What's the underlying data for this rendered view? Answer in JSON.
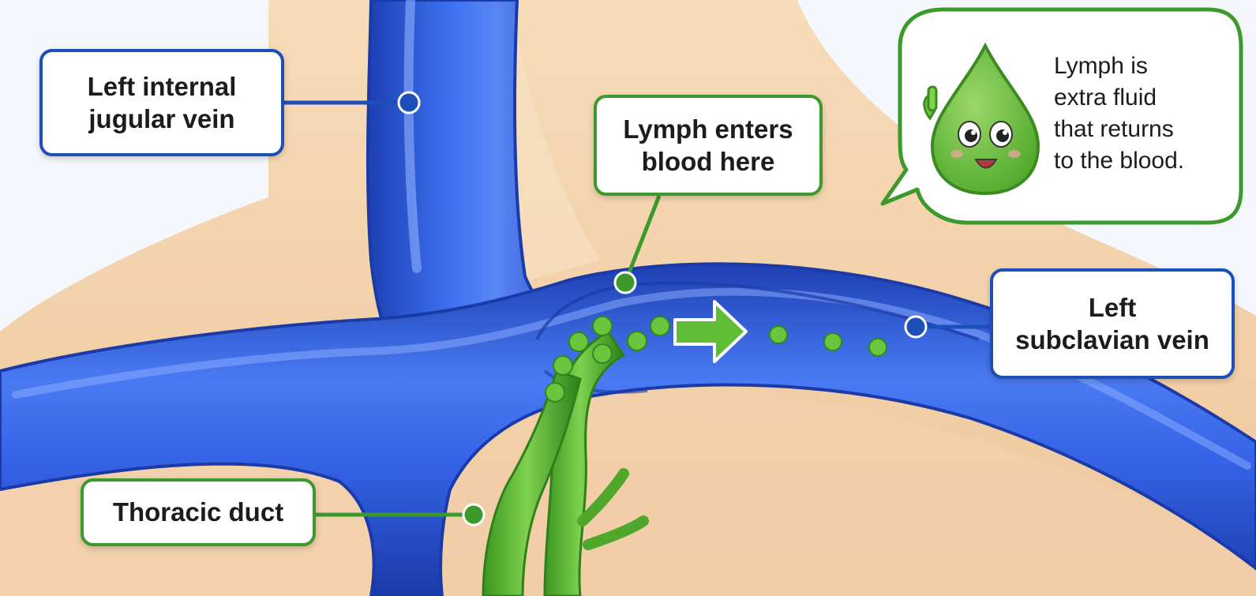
{
  "labels": {
    "jugular": "Left internal\njugular vein",
    "enters": "Lymph enters\nblood here",
    "subclavian": "Left\nsubclavian vein",
    "thoracic": "Thoracic duct"
  },
  "bubble": {
    "text": "Lymph is\nextra fluid\nthat returns\nto the blood."
  },
  "colors": {
    "vein": "#2f5ee0",
    "vein_dark": "#1a3fb0",
    "lymph": "#5ebd35",
    "lymph_dark": "#2f8a1e",
    "tissue": "#f3d3ad",
    "label_blue": "#1d4fb8",
    "label_green": "#3c9a2c"
  },
  "icons": [
    "lymph-droplet-mascot-icon",
    "flow-arrow-icon"
  ]
}
